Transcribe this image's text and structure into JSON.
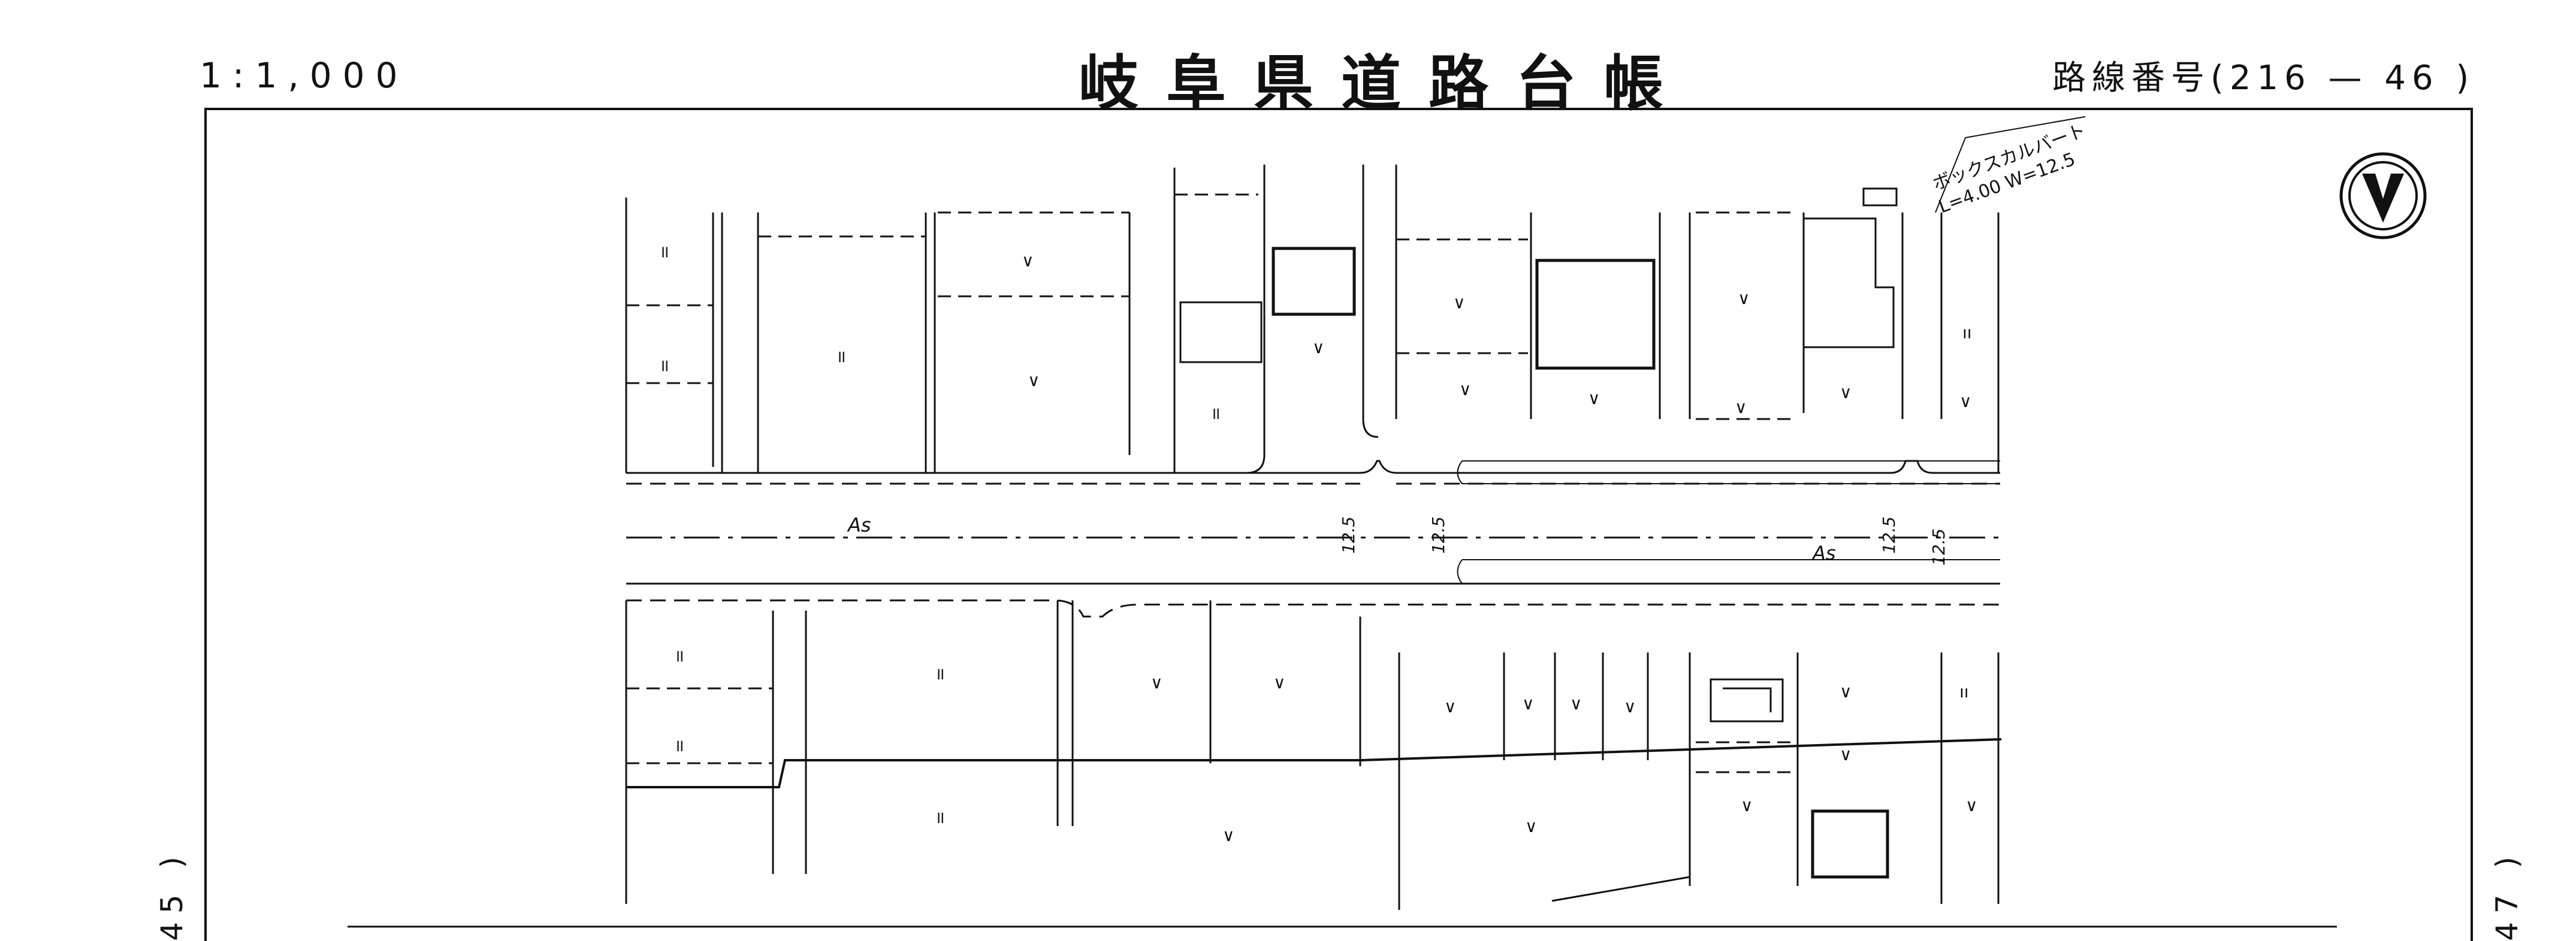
{
  "header": {
    "scale": "1:1,000",
    "title": "岐阜県道路台帳",
    "route_label": "路線番号(216 — 46 )"
  },
  "edges": {
    "left_sheet_ref": "45 )",
    "right_sheet_ref": "47 )"
  },
  "map": {
    "culvert_label": "ボックスカルバート",
    "culvert_dims": "L=4.00 W=12.5",
    "pavement_labels": [
      "As",
      "As"
    ],
    "width_labels": [
      "12.5",
      "12.5",
      "12.5",
      "12.5"
    ],
    "paddy_symbol": "॥",
    "field_symbol": "∨",
    "orchard_symbol": "ıı"
  }
}
